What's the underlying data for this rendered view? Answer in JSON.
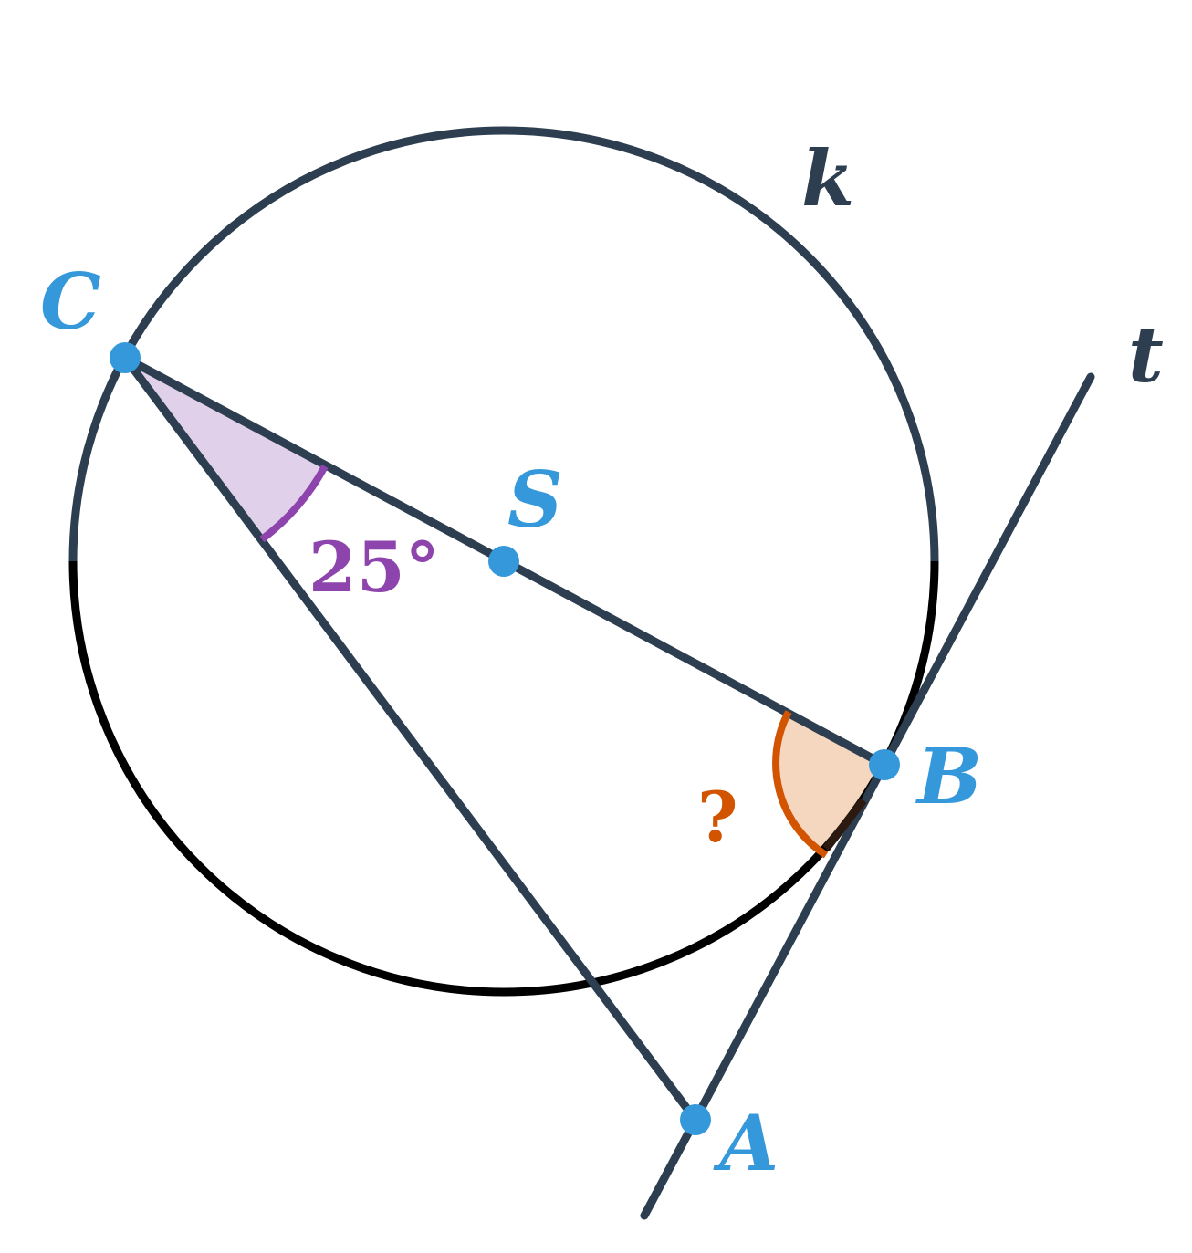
{
  "labels": {
    "point_c": "C",
    "point_s": "S",
    "point_b": "B",
    "point_a": "A",
    "circle_k": "k",
    "tangent_t": "t"
  },
  "angles": {
    "given": "25°",
    "unknown": "?"
  },
  "colors": {
    "line": "#2c3e50",
    "circle_lower": "#000000",
    "point": "#3498db",
    "given_angle_stroke": "#8e44ad",
    "given_angle_fill": "#e1d0ea",
    "unknown_angle_stroke": "#d35400",
    "unknown_angle_fill": "#f5d6bf"
  }
}
